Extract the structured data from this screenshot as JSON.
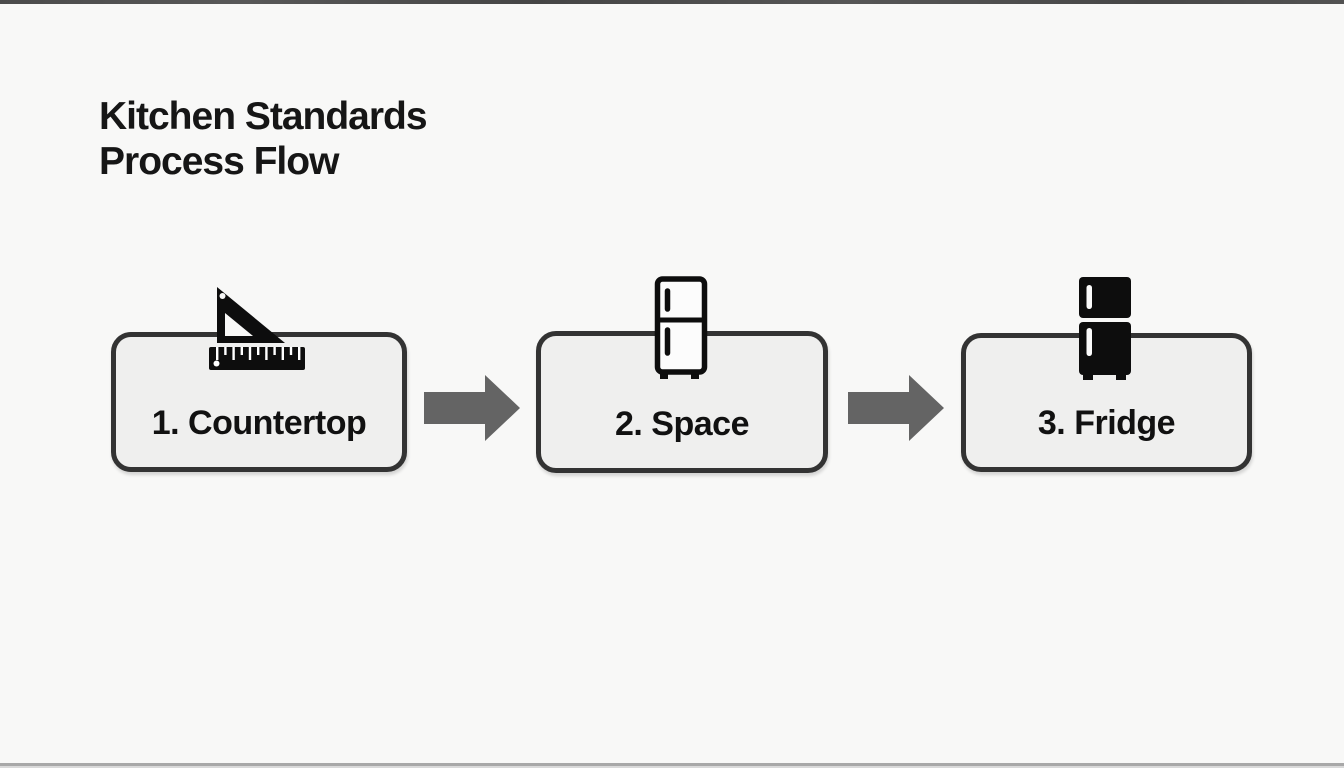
{
  "title": {
    "line1": "Kitchen Standards",
    "line2": "Process Flow"
  },
  "flow": {
    "steps": [
      {
        "label": "1. Countertop",
        "icon": "ruler-set-square-icon"
      },
      {
        "label": "2. Space",
        "icon": "fridge-outline-icon"
      },
      {
        "label": "3. Fridge",
        "icon": "fridge-solid-icon"
      }
    ],
    "connector": "right-block-arrow"
  },
  "colors": {
    "background": "#f8f8f7",
    "box_fill": "#efefee",
    "box_border": "#333333",
    "arrow_fill": "#646464",
    "text": "#111111",
    "icon_black": "#0d0d0d",
    "top_strip": "#4b4b4b",
    "bottom_strip": "#a8a8a8"
  }
}
